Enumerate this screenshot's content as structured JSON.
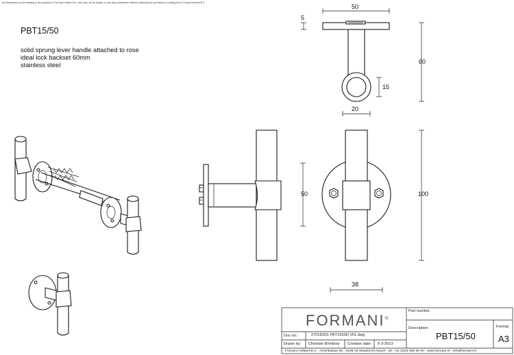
{
  "legal_notice": "All information on the drawing is the property of Formani Holland B.V. and may not be copied, in any way whatsoever without obtaining the permission in writing from Formani Holland B.V.",
  "product": {
    "title": "PBT15/50",
    "description": [
      "solid sprung lever handle attached to rose",
      "ideal lock backset 60mm",
      "stainless steel"
    ]
  },
  "dimensions": {
    "rose_thickness": "5",
    "rose_width_top": "50",
    "projection": "60",
    "bar_diameter": "15",
    "neck_width": "20",
    "front_height": "50",
    "total_height": "100",
    "rose_diameter": "38"
  },
  "title_block": {
    "logo": "FORMANI",
    "logo_mark": "®",
    "part_number_label": "Part number:",
    "description_label": "Description:",
    "description_value": "PBT15/50",
    "format_label": "Format:",
    "format_value": "A3",
    "doc_label": "Doc.no.:",
    "doc_value": "2701D001 PBT1550D V01.dwg",
    "drawn_label": "Drawn by:",
    "drawn_value": "Christian Brimbois",
    "date_label": "Creation date:",
    "date_value": "5-3-2013",
    "footer": "Formani Holland B.V.  ·  Amerikalaan 55  ·  6199 AE Maastricht Airport  ·  tel. +31 (0)43 308 90 00  ·  www.formani.nl  ·  info@formani.nl"
  }
}
